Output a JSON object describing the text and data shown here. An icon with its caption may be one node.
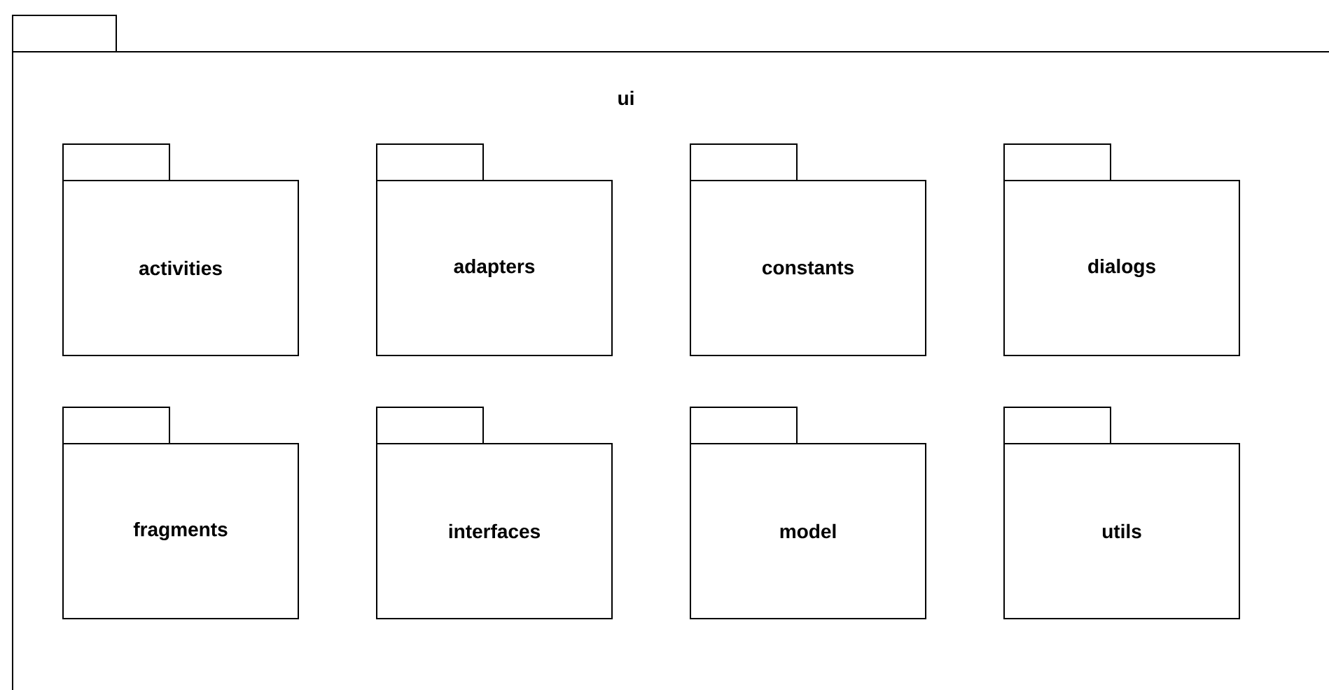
{
  "diagram": {
    "nodes": [
      {
        "text": [
          "ui"
        ]
      },
      {
        "text": [
          "activities"
        ],
        "in": 0
      },
      {
        "text": [
          "adapters"
        ],
        "in": 0
      },
      {
        "text": [
          "constants"
        ],
        "in": 0
      },
      {
        "text": [
          "dialogs"
        ],
        "in": 0
      },
      {
        "text": [
          "fragments"
        ],
        "in": 0
      },
      {
        "text": [
          "interfaces"
        ],
        "in": 0
      },
      {
        "text": [
          "model"
        ],
        "in": 0
      },
      {
        "text": [
          "utils"
        ],
        "in": 0
      }
    ]
  }
}
